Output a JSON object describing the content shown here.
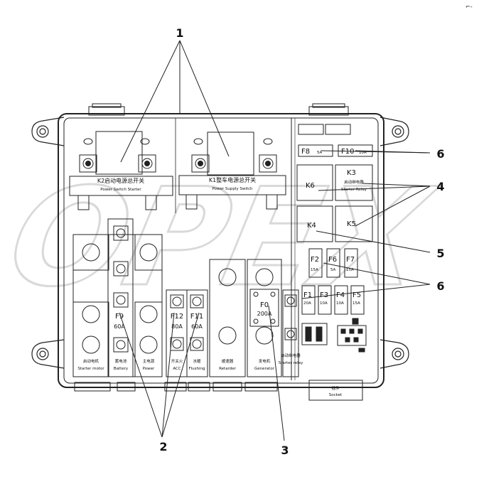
{
  "watermark": "OPEX",
  "corner_mark": "⌐-",
  "callouts": [
    "1",
    "2",
    "3",
    "4",
    "5",
    "6"
  ],
  "switches": {
    "k2": "K2启动电源总开关",
    "k2_sub": "Power Switch Starter",
    "k1": "K1整车电源总开关",
    "k1_sub": "Power Supply Switch"
  },
  "fuses_top": {
    "f8": "F8",
    "f8_rating": "5A",
    "f10": "F10",
    "f10_rating": "10A"
  },
  "relays": {
    "k6": "K6",
    "k3": "K3",
    "k3_cn": "启动继电器",
    "k3_en": "Starter Relay",
    "k4": "K4",
    "k5": "K5"
  },
  "fuses_row2": {
    "f2": "F2",
    "f2_rating": "15A",
    "f6": "F6",
    "f6_rating": "5A",
    "f7": "F7",
    "f7_rating": "15A"
  },
  "fuses_row3": {
    "f1": "F1",
    "f1_rating": "20A",
    "f3": "F3",
    "f3_rating": "10A",
    "f4": "F4",
    "f4_rating": "10A",
    "f5": "F5",
    "f5_rating": "15A"
  },
  "fuses_mid": {
    "f9": "F9",
    "f9_rating": "60A",
    "f12": "F12",
    "f12_rating": "80A",
    "f11": "F11",
    "f11_rating": "60A",
    "f0": "F0",
    "f0_rating": "200A"
  },
  "bottom_labels": {
    "starter_motor_cn": "启动电机",
    "starter_motor_en": "Starter motor",
    "battery_cn": "蓄电池",
    "battery_en": "Battery",
    "power_cn": "主电源",
    "power_en": "Power",
    "acc_cn": "开关火",
    "acc_en": "ACC",
    "flushing_cn": "水暖",
    "flushing_en": "Flushing",
    "retarder_cn": "缓速器",
    "retarder_en": "Retarder",
    "generator_cn": "发电机",
    "generator_en": "Generator",
    "starter_relay_cn": "启动继电器",
    "starter_relay_en": "Starter relay",
    "socket_cn": "插件",
    "socket_en": "Socket"
  }
}
